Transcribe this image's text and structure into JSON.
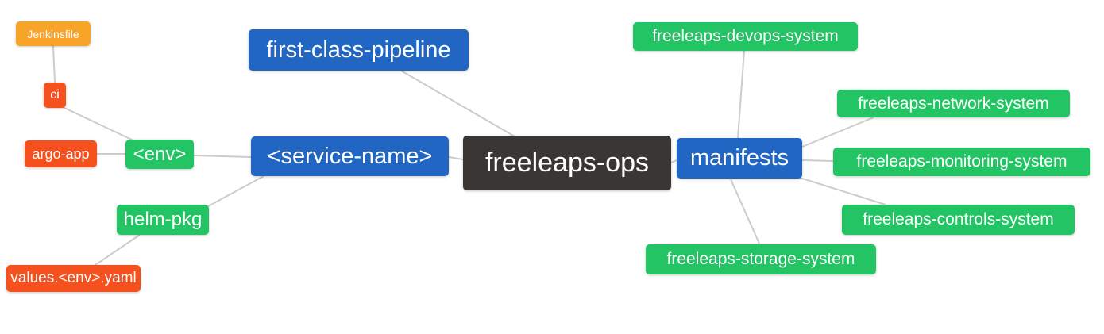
{
  "diagram": {
    "type": "mindmap",
    "root_label": "freeleaps-ops",
    "palette": {
      "root_bg": "#3a3633",
      "branch_bg": "#2066c2",
      "leaf_bg": "#23c464",
      "alert_bg": "#f4511e",
      "warn_bg": "#f7a428",
      "edge": "#cccccc",
      "text": "#ffffff",
      "background": "#ffffff"
    },
    "nodes": {
      "root": {
        "label": "freeleaps-ops"
      },
      "first_class_pipeline": {
        "label": "first-class-pipeline"
      },
      "service_name": {
        "label": "<service-name>"
      },
      "manifests": {
        "label": "manifests"
      },
      "env": {
        "label": "<env>"
      },
      "helm_pkg": {
        "label": "helm-pkg"
      },
      "ci": {
        "label": "ci"
      },
      "jenkinsfile": {
        "label": "Jenkinsfile"
      },
      "argo_app": {
        "label": "argo-app"
      },
      "values_env_yaml": {
        "label": "values.<env>.yaml"
      },
      "devops_system": {
        "label": "freeleaps-devops-system"
      },
      "network_system": {
        "label": "freeleaps-network-system"
      },
      "monitoring_system": {
        "label": "freeleaps-monitoring-system"
      },
      "controls_system": {
        "label": "freeleaps-controls-system"
      },
      "storage_system": {
        "label": "freeleaps-storage-system"
      }
    },
    "edges": [
      [
        "root",
        "first_class_pipeline"
      ],
      [
        "root",
        "service_name"
      ],
      [
        "root",
        "manifests"
      ],
      [
        "service_name",
        "env"
      ],
      [
        "service_name",
        "helm_pkg"
      ],
      [
        "env",
        "ci"
      ],
      [
        "env",
        "argo_app"
      ],
      [
        "ci",
        "jenkinsfile"
      ],
      [
        "helm_pkg",
        "values_env_yaml"
      ],
      [
        "manifests",
        "devops_system"
      ],
      [
        "manifests",
        "network_system"
      ],
      [
        "manifests",
        "monitoring_system"
      ],
      [
        "manifests",
        "controls_system"
      ],
      [
        "manifests",
        "storage_system"
      ]
    ]
  }
}
